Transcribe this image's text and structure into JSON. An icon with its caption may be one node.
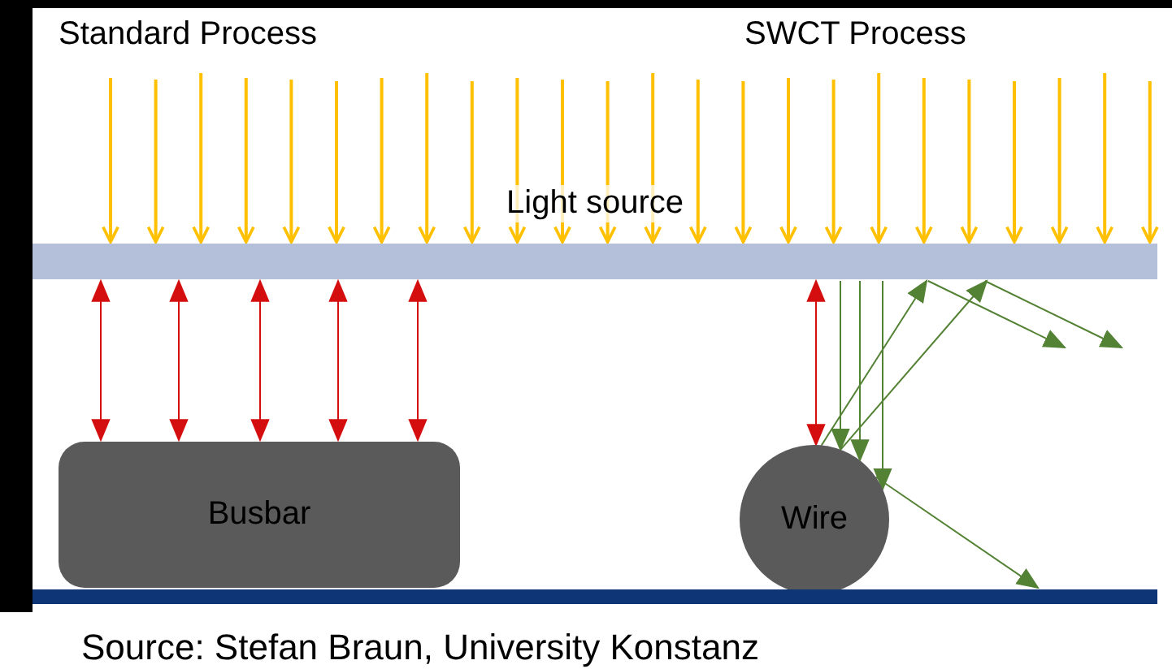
{
  "diagram": {
    "nodes": [
      {
        "text": [
          "Light source"
        ]
      },
      {
        "text": [
          "Busbar"
        ]
      },
      {
        "text": [
          "Wire"
        ]
      },
      {
        "text": [],
        "shape": "bar"
      }
    ],
    "edges": [
      {
        "from": null,
        "to": 0,
        "arrow": "to"
      },
      {
        "from": null,
        "to": 0,
        "arrow": "to"
      },
      {
        "from": null,
        "to": 0,
        "arrow": "to"
      },
      {
        "from": null,
        "to": 0,
        "arrow": "to"
      },
      {
        "from": null,
        "to": 0,
        "arrow": "to"
      },
      {
        "from": null,
        "to": 0,
        "arrow": "to"
      },
      {
        "from": null,
        "to": 0,
        "arrow": "to"
      },
      {
        "from": null,
        "to": 0,
        "arrow": "to"
      },
      {
        "from": null,
        "to": 0,
        "arrow": "to"
      },
      {
        "from": null,
        "to": 0,
        "arrow": "to"
      },
      {
        "from": null,
        "to": 0,
        "arrow": "to"
      },
      {
        "from": null,
        "to": 0,
        "arrow": "to"
      },
      {
        "from": null,
        "to": 0,
        "arrow": "to"
      },
      {
        "from": null,
        "to": 0,
        "arrow": "to"
      },
      {
        "from": null,
        "to": 0,
        "arrow": "to"
      },
      {
        "from": null,
        "to": 0,
        "arrow": "to"
      },
      {
        "from": null,
        "to": 0,
        "arrow": "to"
      },
      {
        "from": null,
        "to": 0,
        "arrow": "to"
      },
      {
        "from": null,
        "to": 0,
        "arrow": "to"
      },
      {
        "from": null,
        "to": 0,
        "arrow": "to"
      },
      {
        "from": null,
        "to": 0,
        "arrow": "to"
      },
      {
        "from": null,
        "to": 0,
        "arrow": "to"
      },
      {
        "from": null,
        "to": 0,
        "arrow": "to"
      },
      {
        "from": null,
        "to": 0,
        "arrow": "to"
      },
      {
        "from": 0,
        "to": 1,
        "arrow": "both",
        "color": "#d40e0e"
      },
      {
        "from": 0,
        "to": 1,
        "arrow": "both",
        "color": "#d40e0e"
      },
      {
        "from": 0,
        "to": 1,
        "arrow": "both",
        "color": "#d40e0e"
      },
      {
        "from": 0,
        "to": 1,
        "arrow": "both",
        "color": "#d40e0e"
      },
      {
        "from": 0,
        "to": 1,
        "arrow": "both",
        "color": "#d40e0e"
      },
      {
        "from": 0,
        "to": 2,
        "arrow": "both",
        "color": "#d40e0e"
      },
      {
        "from": 0,
        "to": 2,
        "arrow": "to",
        "color": "#548235"
      },
      {
        "from": 0,
        "to": 2,
        "arrow": "to",
        "color": "#548235"
      },
      {
        "from": 0,
        "to": 2,
        "arrow": "to",
        "color": "#548235"
      },
      {
        "from": 2,
        "to": 0,
        "arrow": "to",
        "color": "#548235"
      },
      {
        "from": 2,
        "to": 0,
        "arrow": "to",
        "color": "#548235"
      },
      {
        "from": 0,
        "to": null,
        "arrow": "to",
        "color": "#548235"
      },
      {
        "from": 0,
        "to": null,
        "arrow": "to",
        "color": "#548235"
      },
      {
        "from": 2,
        "to": 3,
        "arrow": "to",
        "color": "#548235"
      }
    ],
    "labels": [
      "Standard Process",
      "SWCT Process",
      "Source: Stefan Braun, University Konstanz"
    ]
  }
}
